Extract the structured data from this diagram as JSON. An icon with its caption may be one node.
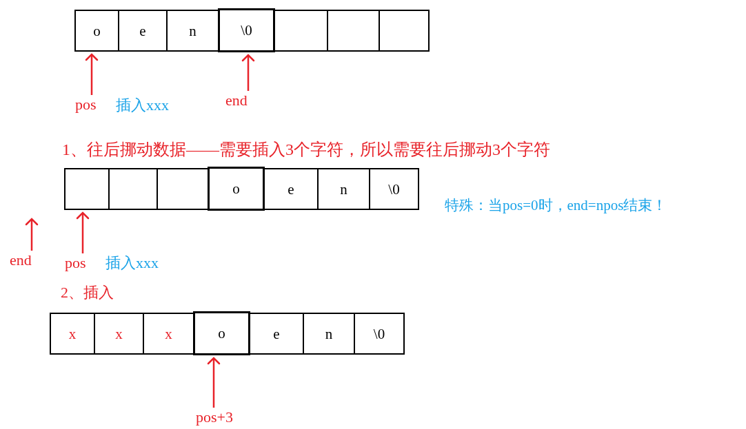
{
  "diagram": {
    "nodes": [
      {
        "text": [
          "o"
        ]
      },
      {
        "text": [
          "e"
        ]
      },
      {
        "text": [
          "n"
        ]
      },
      {
        "text": [
          "\\0"
        ]
      },
      {
        "text": [],
        "shape": "box"
      },
      {
        "text": [],
        "shape": "box"
      },
      {
        "text": [],
        "shape": "box"
      },
      {
        "text": [
          "pos"
        ]
      },
      {
        "text": [
          "end"
        ]
      },
      {
        "text": [],
        "shape": "box"
      },
      {
        "text": [],
        "shape": "box"
      },
      {
        "text": [],
        "shape": "box"
      },
      {
        "text": [
          "o"
        ]
      },
      {
        "text": [
          "e"
        ]
      },
      {
        "text": [
          "n"
        ]
      },
      {
        "text": [
          "\\0"
        ]
      },
      {
        "text": [
          "end"
        ]
      },
      {
        "text": [
          "pos"
        ]
      },
      {
        "text": [
          "x"
        ]
      },
      {
        "text": [
          "x"
        ]
      },
      {
        "text": [
          "x"
        ]
      },
      {
        "text": [
          "o"
        ]
      },
      {
        "text": [
          "e"
        ]
      },
      {
        "text": [
          "n"
        ]
      },
      {
        "text": [
          "\\0"
        ]
      },
      {
        "text": [
          "pos+3"
        ]
      }
    ],
    "edges": [
      {
        "from": 7,
        "to": 0,
        "arrow": "to"
      },
      {
        "from": 8,
        "to": 3,
        "arrow": "to"
      },
      {
        "from": 16,
        "to": null,
        "arrow": "to"
      },
      {
        "from": 17,
        "to": 9,
        "arrow": "to"
      },
      {
        "from": 25,
        "to": 21,
        "arrow": "to"
      }
    ],
    "labels": [
      "插入xxx",
      "1、往后挪动数据——需要插入3个字符，所以需要往后挪动3个字符",
      "特殊：当pos=0时，end=npos结束！",
      "插入xxx",
      "2、插入"
    ]
  }
}
